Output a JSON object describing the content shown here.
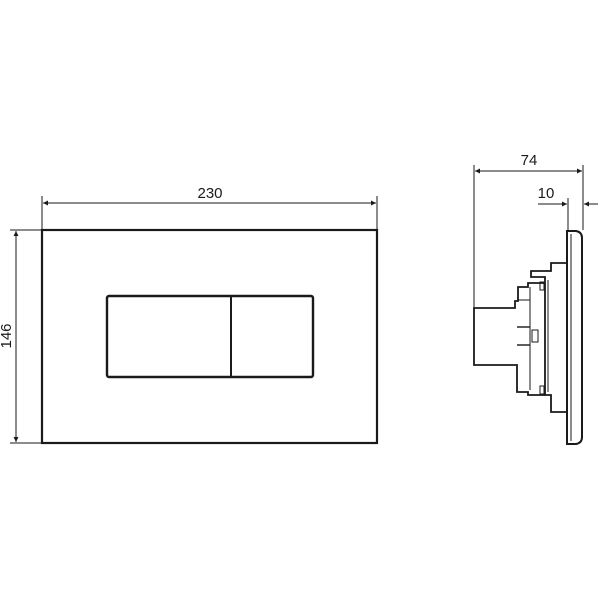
{
  "drawing": {
    "front_view": {
      "width_dimension": "230",
      "height_dimension": "146",
      "buttons": [
        "large-flush-button",
        "small-flush-button"
      ]
    },
    "side_view": {
      "depth_dimension": "74",
      "plate_thickness_dimension": "10"
    },
    "line_color": "#1a1a1a",
    "background": "#ffffff"
  }
}
